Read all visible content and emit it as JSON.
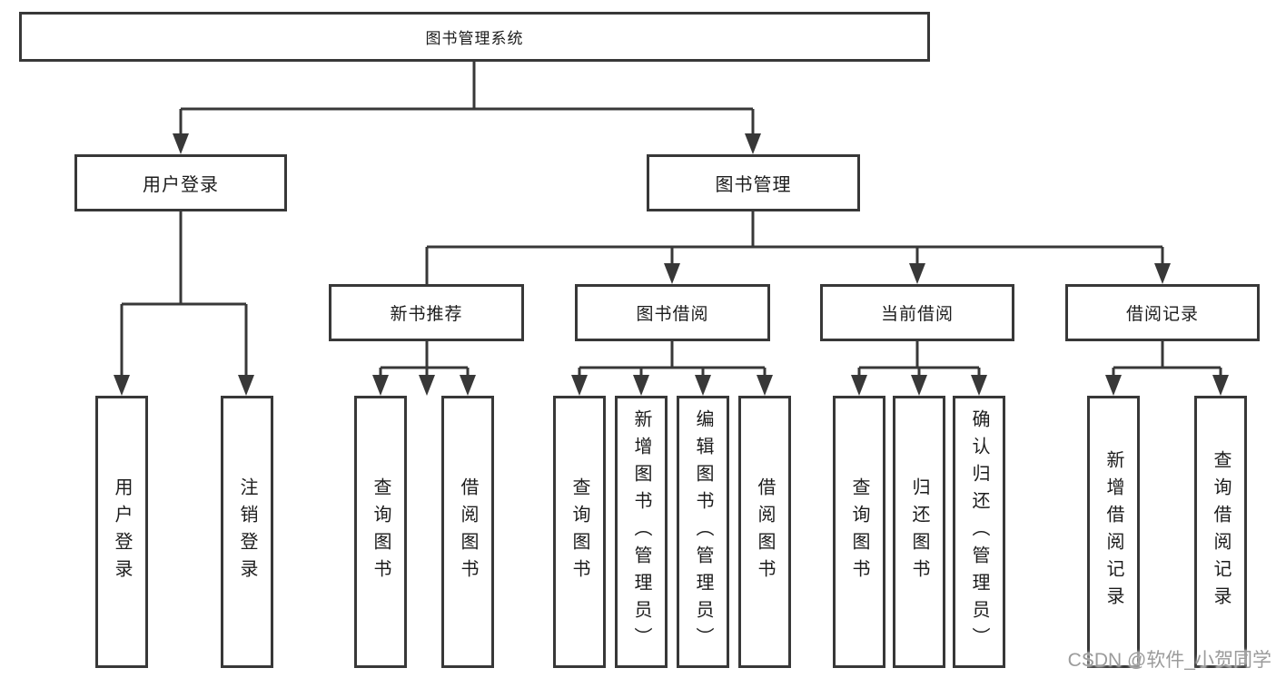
{
  "tree": {
    "label": "图书管理系统",
    "children": [
      {
        "label": "用户登录",
        "children": [
          {
            "label": "用户登录"
          },
          {
            "label": "注销登录"
          }
        ]
      },
      {
        "label": "图书管理",
        "children": [
          {
            "label": "新书推荐",
            "children": [
              {
                "label": "查询图书"
              },
              {
                "label": "借阅图书"
              }
            ]
          },
          {
            "label": "图书借阅",
            "children": [
              {
                "label": "查询图书"
              },
              {
                "label": "新增图书（管理员）"
              },
              {
                "label": "编辑图书（管理员）"
              },
              {
                "label": "借阅图书"
              }
            ]
          },
          {
            "label": "当前借阅",
            "children": [
              {
                "label": "查询图书"
              },
              {
                "label": "归还图书"
              },
              {
                "label": "确认归还（管理员）"
              }
            ]
          },
          {
            "label": "借阅记录",
            "children": [
              {
                "label": "新增借阅记录"
              },
              {
                "label": "查询借阅记录"
              }
            ]
          }
        ]
      }
    ]
  },
  "watermark": {
    "text": "CSDN @软件_小贺同学"
  },
  "colors": {
    "line": "#383838",
    "text": "#1c1c1c",
    "watermark": "#9b9b9b",
    "background": "#ffffff"
  }
}
